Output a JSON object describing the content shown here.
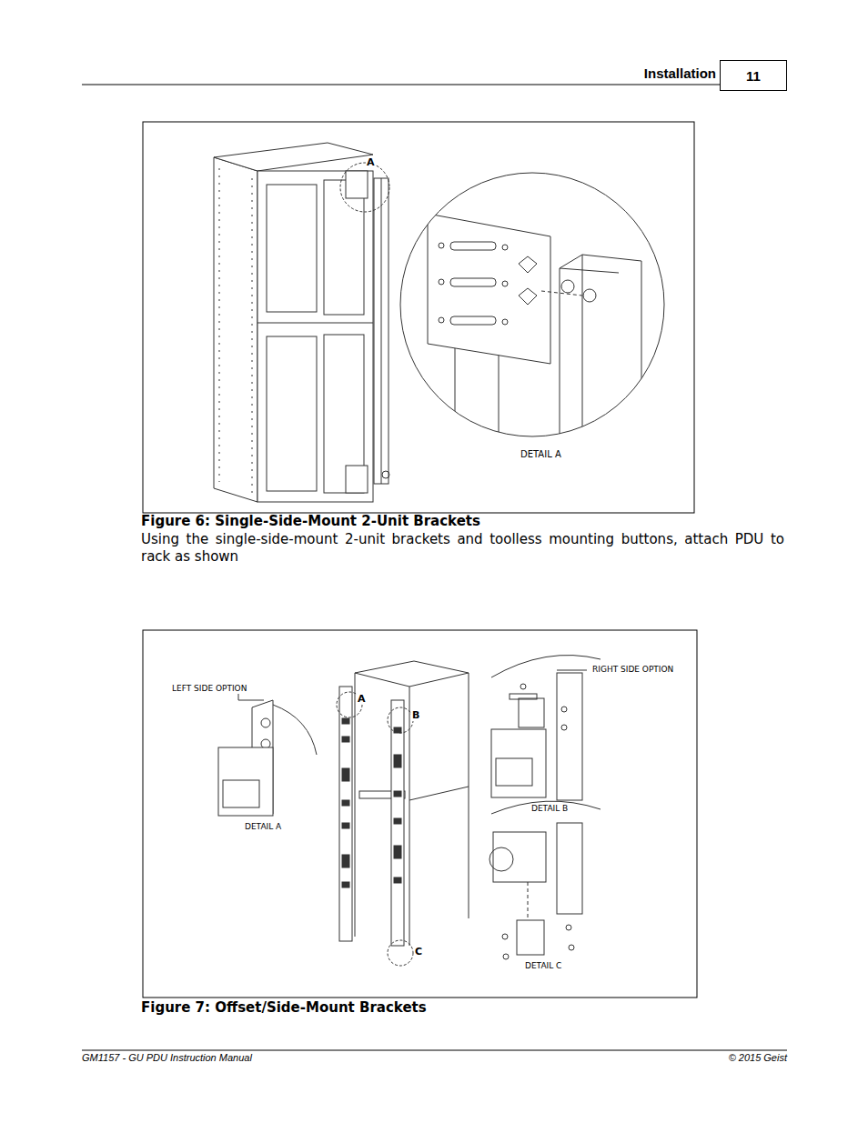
{
  "diagram": {
    "nodes": [
      {
        "text": [
          "11"
        ]
      }
    ],
    "labels": [
      "Installation",
      "A",
      "DETAIL A",
      "Figure 6: Single-Side-Mount 2-Unit Brackets",
      "Using the single-side-mount 2-unit brackets and toolless mounting buttons, attach PDU to rack as shown",
      "LEFT SIDE OPTION",
      "A",
      "B",
      "RIGHT SIDE OPTION",
      "DETAIL A",
      "DETAIL B",
      "C",
      "DETAIL C",
      "Figure 7: Offset/Side-Mount Brackets",
      "GM1157 - GU PDU Instruction Manual",
      "© 2015 Geist"
    ]
  }
}
